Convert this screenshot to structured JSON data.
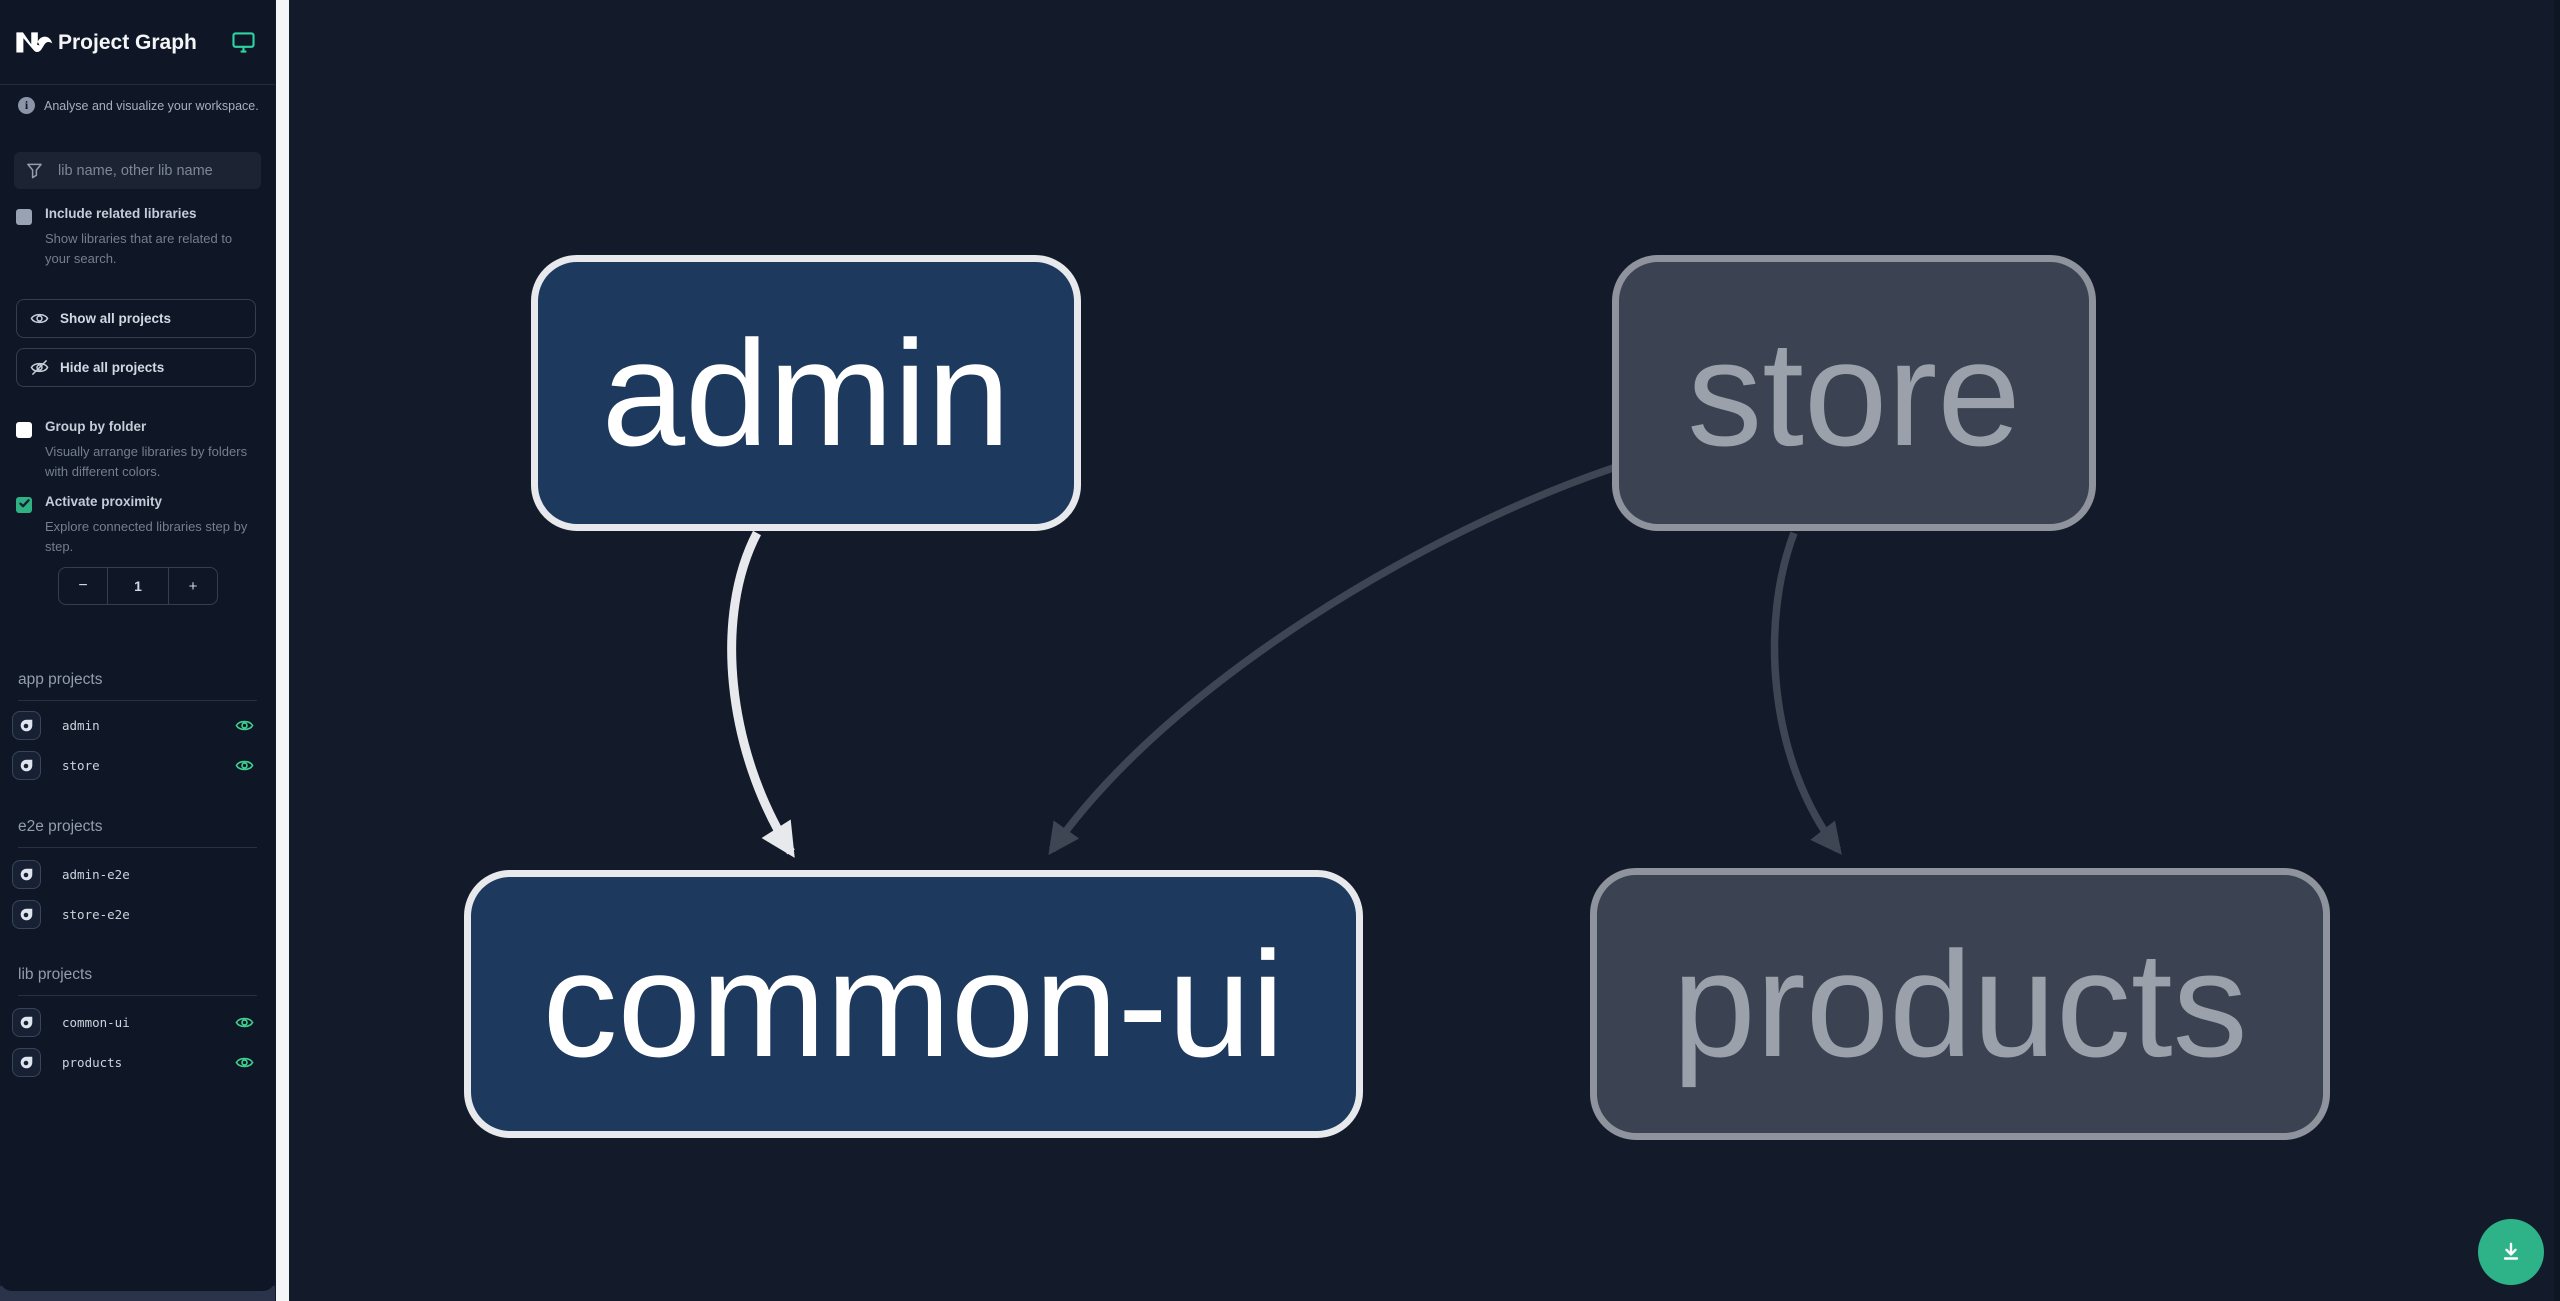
{
  "app": {
    "title": "Project Graph"
  },
  "sidebar": {
    "tagline": "Analyse and visualize your workspace.",
    "info_icon_glyph": "i",
    "filter": {
      "placeholder": "lib name, other lib name",
      "value": ""
    },
    "checkbox_related": {
      "label": "Include related libraries",
      "description": "Show libraries that are related to your search.",
      "checked": false
    },
    "buttons": {
      "show_all": "Show all projects",
      "hide_all": "Hide all projects"
    },
    "checkbox_group": {
      "label": "Group by folder",
      "description": "Visually arrange libraries by folders with different colors.",
      "checked": false
    },
    "checkbox_proximity": {
      "label": "Activate proximity",
      "description": "Explore connected libraries step by step.",
      "checked": true
    },
    "proximity_stepper": {
      "decrement": "−",
      "value": "1",
      "increment": "+"
    },
    "sections": [
      {
        "title": "app projects",
        "items": [
          {
            "name": "admin",
            "eye_visible": true
          },
          {
            "name": "store",
            "eye_visible": true
          }
        ]
      },
      {
        "title": "e2e projects",
        "items": [
          {
            "name": "admin-e2e",
            "eye_visible": false
          },
          {
            "name": "store-e2e",
            "eye_visible": false
          }
        ]
      },
      {
        "title": "lib projects",
        "items": [
          {
            "name": "common-ui",
            "eye_visible": true
          },
          {
            "name": "products",
            "eye_visible": true
          }
        ]
      }
    ]
  },
  "graph": {
    "nodes": [
      {
        "id": "admin",
        "state": "focused"
      },
      {
        "id": "store",
        "state": "faded"
      },
      {
        "id": "common-ui",
        "state": "focused"
      },
      {
        "id": "products",
        "state": "faded"
      }
    ],
    "edges": [
      {
        "source": "admin",
        "target": "common-ui",
        "state": "focused"
      },
      {
        "source": "store",
        "target": "common-ui",
        "state": "faded"
      },
      {
        "source": "store",
        "target": "products",
        "state": "faded"
      }
    ]
  },
  "colors": {
    "canvas_bg": "#131b2a",
    "sidebar_bg": "#0f1726",
    "accent_teal": "#2ed3a3",
    "eye_green": "#3ecf8e",
    "fab_green": "#2db387",
    "node_focused_fill": "#1d3a5e",
    "node_focused_border": "#e7e9ed",
    "node_faded_fill": "#3b4251",
    "node_faded_border": "#8e939d",
    "edge_focused": "#e7e9ed",
    "edge_faded": "#3e4654",
    "proximity_checkbox": "#2fb183"
  }
}
